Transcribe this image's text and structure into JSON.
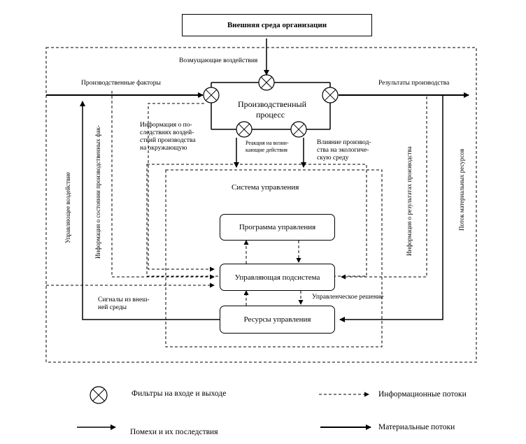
{
  "header": {
    "title": "Внешняя среда организации"
  },
  "labels": {
    "disturbances": "Возмущающие воздействия",
    "production_factors": "Производственные факторы",
    "production_results": "Результаты производства",
    "production_process_l1": "Производственный",
    "production_process_l2": "процесс",
    "info_consequences_l1": "Информация о по-",
    "info_consequences_l2": "следствиях воздей-",
    "info_consequences_l3": "ствий производства",
    "info_consequences_l4": "на окружающую",
    "reaction_l1": "Реакция на возни-",
    "reaction_l2": "кающие действия",
    "ecology_l1": "Влияние производ-",
    "ecology_l2": "ства на экологиче-",
    "ecology_l3": "скую среду",
    "control_system": "Система управления",
    "control_program": "Программа управления",
    "control_subsystem": "Управляющая подсистема",
    "control_resources": "Ресурсы управления",
    "management_decision": "Управленческое решение",
    "external_signals_l1": "Сигналы из внеш-",
    "external_signals_l2": "ней среды",
    "control_influence": "Управляющее воздействие",
    "info_factors": "Информация о состоянии производственных фак-",
    "info_results": "Информация о результатах производства",
    "material_flow": "Поток материальных ресурсов"
  },
  "legend": {
    "filters": "Фильтры на входе и выходе",
    "info_flows": "Информационные потоки",
    "interference": "Помехи и их последствия",
    "material_flows": "Материальные потоки"
  }
}
